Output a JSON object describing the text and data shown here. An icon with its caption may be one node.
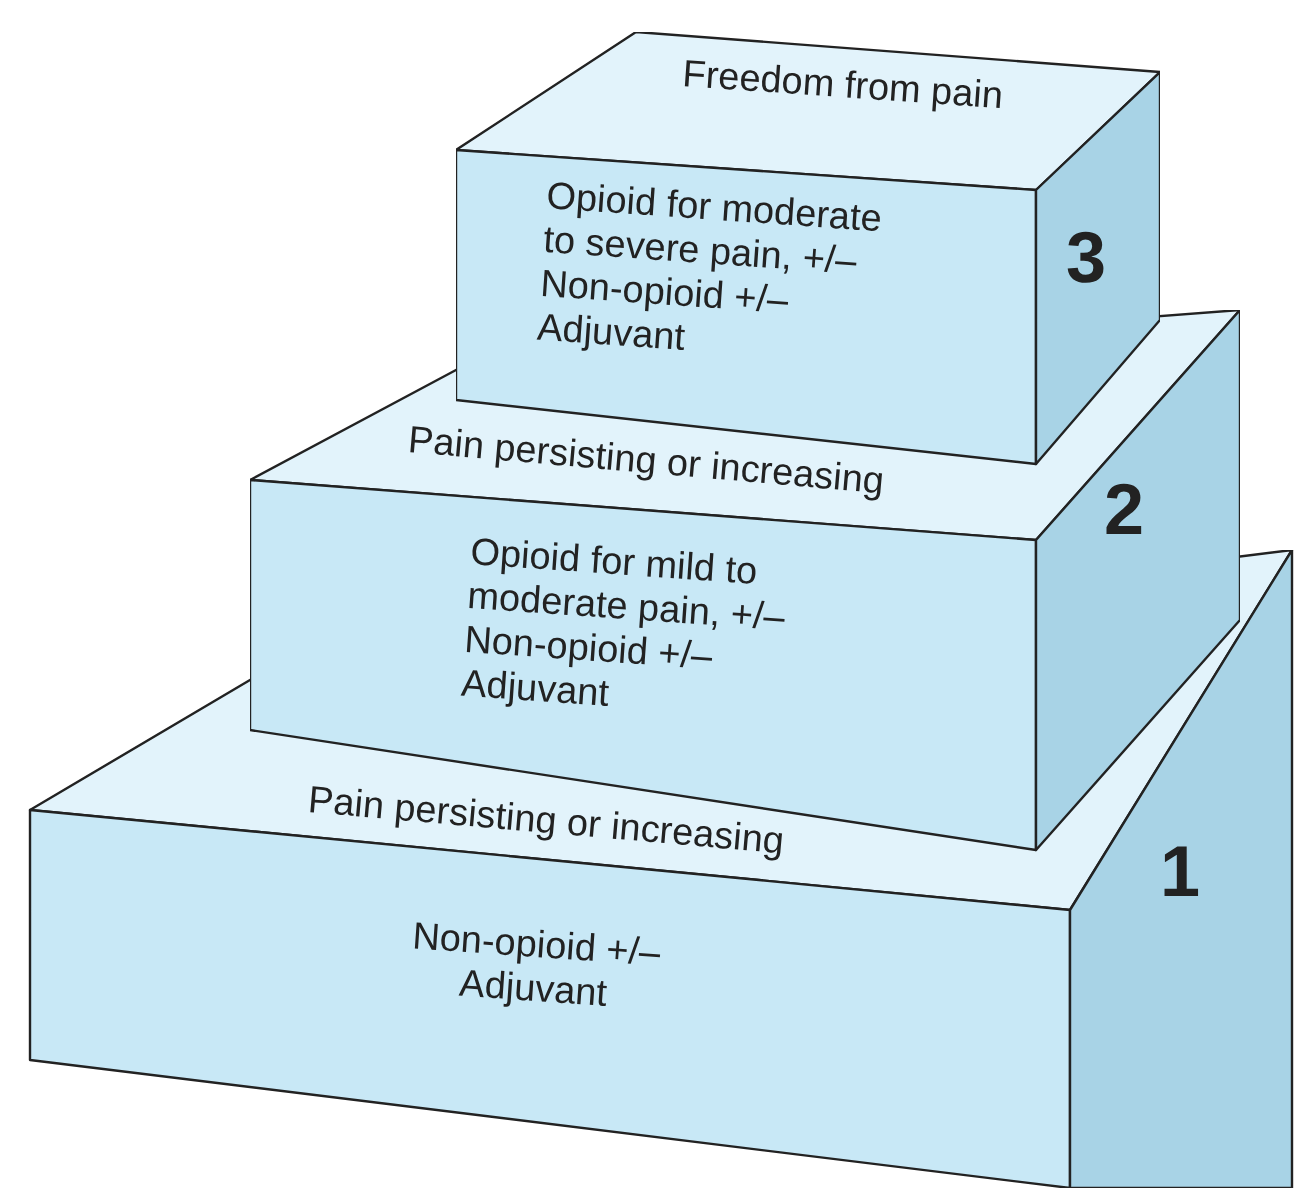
{
  "diagram": {
    "nodes": [
      {
        "text": [
          "Freedom from pain",
          "Opioid for moderate to severe pain, +/– Non-opioid +/– Adjuvant",
          "3"
        ]
      },
      {
        "text": [
          "Pain persisting or increasing",
          "Opioid for mild to moderate pain, +/– Non-opioid +/– Adjuvant",
          "2"
        ]
      },
      {
        "text": [
          "Pain persisting or increasing",
          "Non-opioid +/– Adjuvant",
          "1"
        ]
      }
    ]
  }
}
